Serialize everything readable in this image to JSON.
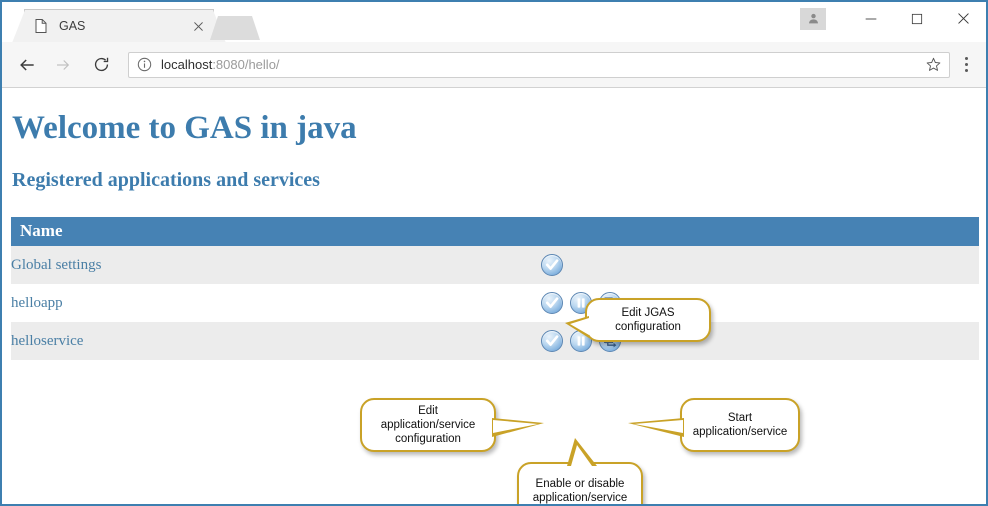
{
  "window": {
    "border_color": "#3d7fb0",
    "controls": {
      "avatar_icon": "user-avatar-icon",
      "minimize_label": "—",
      "maximize_label": "□",
      "close_label": "✕"
    }
  },
  "browser": {
    "tab": {
      "title": "GAS",
      "favicon": "page-icon",
      "close_label": "✕"
    },
    "new_tab_label": "",
    "toolbar": {
      "back_icon": "back-arrow-icon",
      "forward_icon": "forward-arrow-icon",
      "reload_icon": "reload-icon",
      "bookmark_icon": "star-icon",
      "menu_icon": "three-dot-menu-icon"
    },
    "omnibox": {
      "info_icon": "info-circle-icon",
      "url_host": "localhost",
      "url_rest": ":8080/hello/",
      "url_full": "localhost:8080/hello/"
    }
  },
  "page": {
    "heading": "Welcome to GAS in java",
    "subheading": "Registered applications and services",
    "accent_color": "#3d7cad",
    "table": {
      "columns": [
        "Name"
      ],
      "header_bg": "#4682b4",
      "rows": [
        {
          "name": "Global settings",
          "actions": [
            "edit-check-icon"
          ]
        },
        {
          "name": "helloapp",
          "actions": [
            "edit-check-icon",
            "pause-icon",
            "start-run-icon"
          ]
        },
        {
          "name": "helloservice",
          "actions": [
            "edit-check-icon",
            "pause-icon",
            "start-run-icon"
          ]
        }
      ]
    },
    "callouts": [
      {
        "id": "jgas",
        "text": "Edit JGAS\nconfiguration"
      },
      {
        "id": "edit-app",
        "text": "Edit\napplication/service\nconfiguration"
      },
      {
        "id": "start",
        "text": "Start\napplication/service"
      },
      {
        "id": "enable",
        "text": "Enable or disable\napplication/service"
      }
    ],
    "callout_border_color": "#c9a227"
  }
}
